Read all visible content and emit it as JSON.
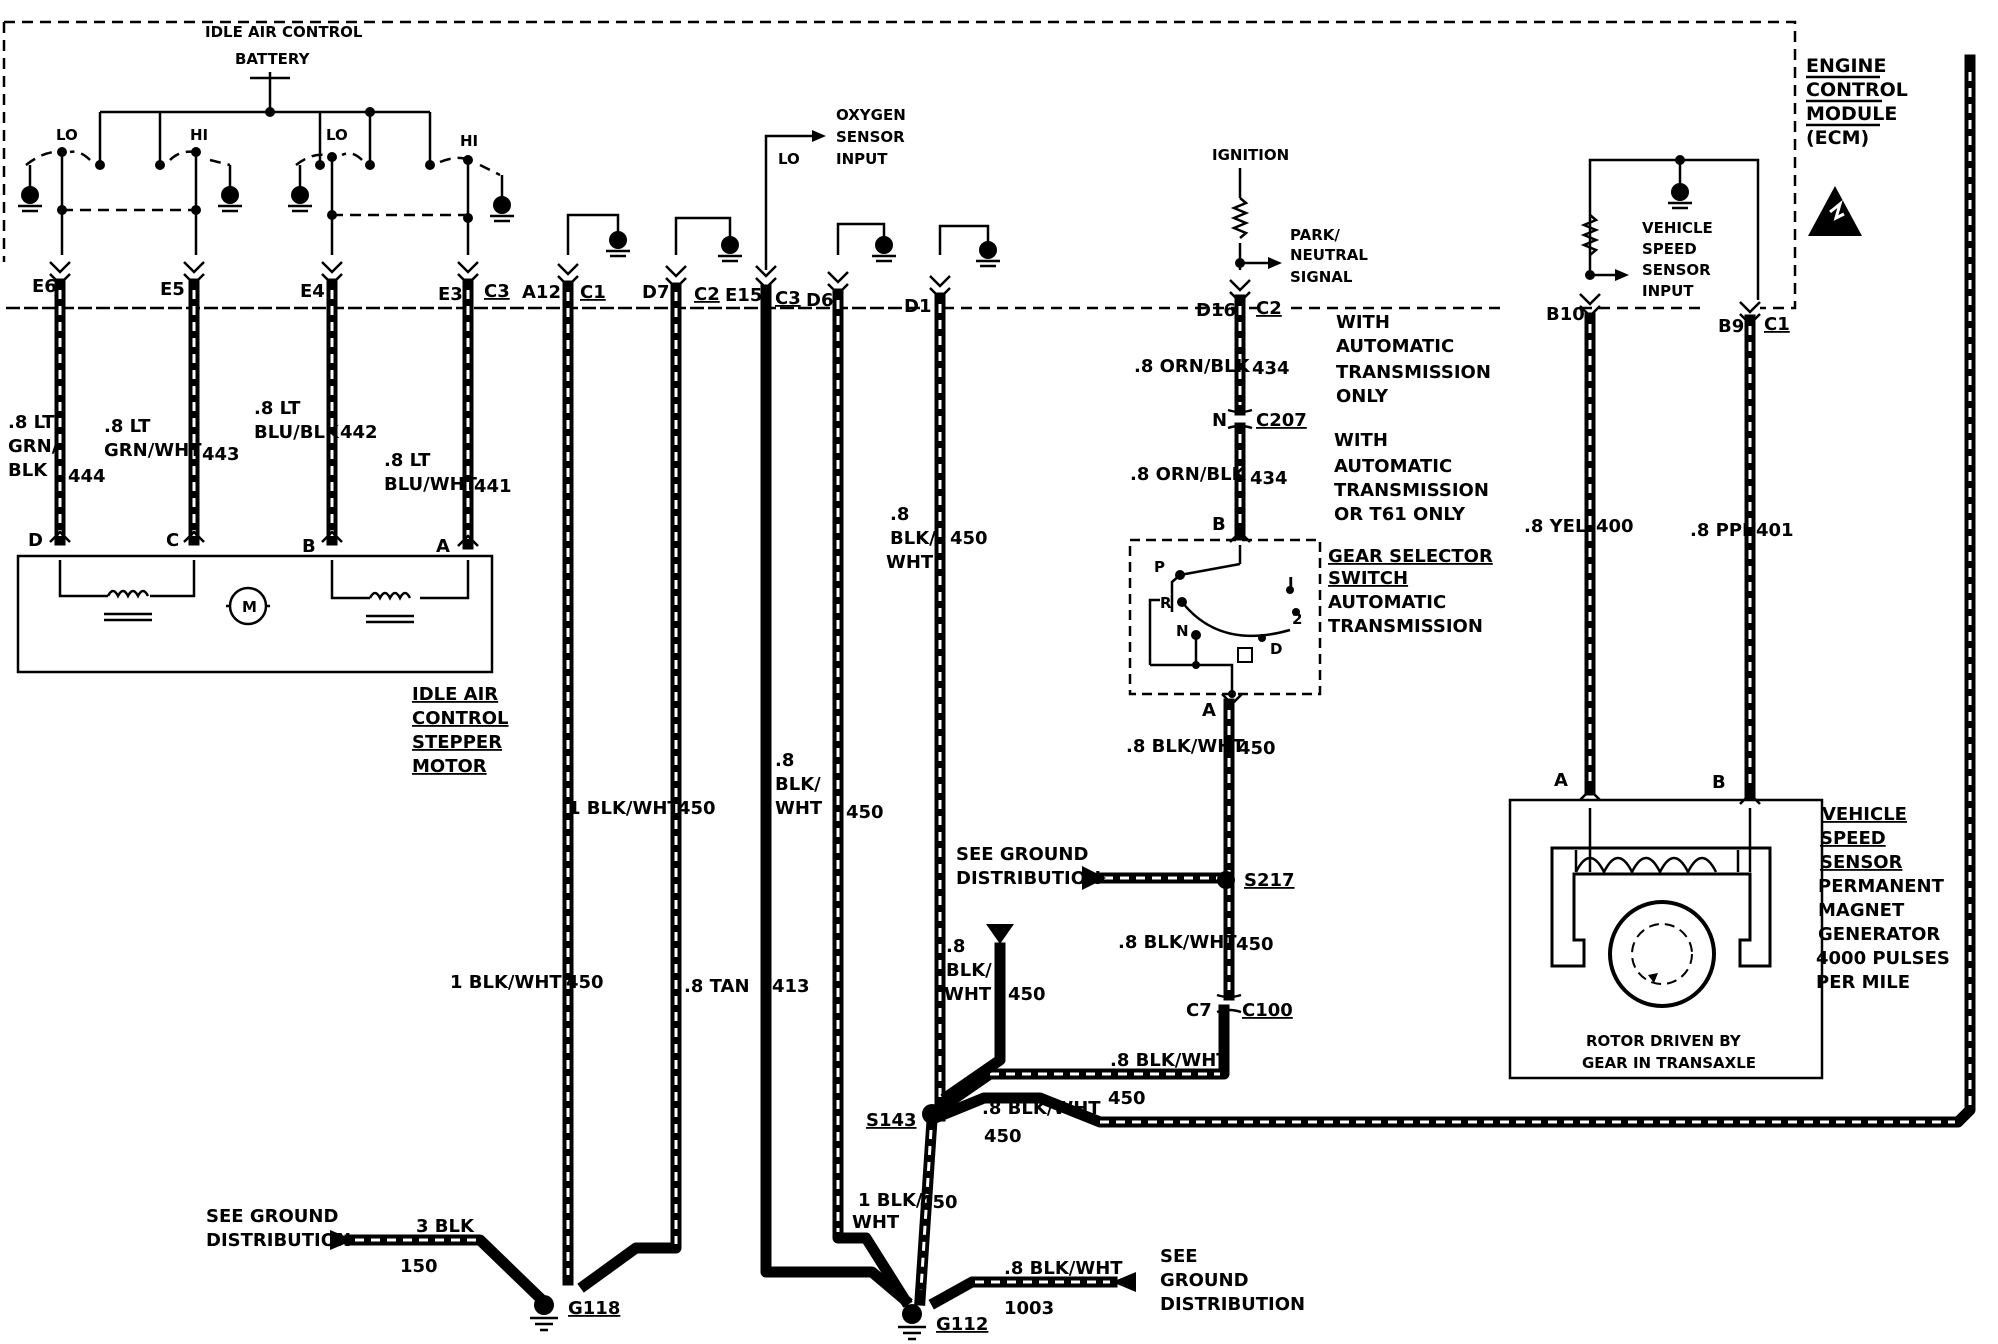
{
  "ecm": {
    "title_lines": [
      "ENGINE",
      "CONTROL",
      "MODULE",
      "(ECM)"
    ],
    "idle_air_control": "IDLE AIR CONTROL",
    "battery": "BATTERY",
    "lo": "LO",
    "hi": "HI",
    "oxygen_sensor_lines": [
      "OXYGEN",
      "SENSOR",
      "INPUT"
    ],
    "ignition": "IGNITION",
    "park_neutral_lines": [
      "PARK/",
      "NEUTRAL",
      "SIGNAL"
    ],
    "vss_input_lines": [
      "VEHICLE",
      "SPEED",
      "SENSOR",
      "INPUT"
    ]
  },
  "pins": {
    "e6": "E6",
    "e5": "E5",
    "e4": "E4",
    "e3": "E3",
    "c3a": "C3",
    "a12": "A12",
    "c1a": "C1",
    "d7": "D7",
    "c2a": "C2",
    "e15": "E15",
    "c3b": "C3",
    "d6": "D6",
    "d1": "D1",
    "d16": "D16",
    "c2b": "C2",
    "b10": "B10",
    "b9": "B9",
    "c1b": "C1"
  },
  "wires": {
    "w444_lines": [
      ".8 LT",
      "GRN/",
      "BLK"
    ],
    "w444_num": "444",
    "w443_lines": [
      ".8 LT",
      "GRN/WHT"
    ],
    "w443_num": "443",
    "w442_lines": [
      ".8 LT",
      "BLU/BLK"
    ],
    "w442_num": "442",
    "w441_lines": [
      ".8 LT",
      "BLU/WHT"
    ],
    "w441_num": "441",
    "a12_upper": "1 BLK/WHT",
    "a12_upper_num": "450",
    "a12_lower": "1 BLK/WHT",
    "a12_lower_num": "450",
    "d7_label": ".8 TAN",
    "d7_num": "413",
    "e15_lines": [
      ".8",
      "BLK/",
      "WHT"
    ],
    "e15_num": "450",
    "d1_lines": [
      ".8",
      "BLK/",
      "WHT"
    ],
    "d1_num": "450",
    "d16_upper": ".8 ORN/BLK",
    "d16_upper_num": "434",
    "d16_lower": ".8 ORN/BLK",
    "d16_lower_num": "434",
    "a_gear": ".8 BLK/WHT",
    "a_gear_num": "450",
    "s217_lower": ".8 BLK/WHT",
    "s217_lower_num": "450",
    "c100_s143": ".8 BLK/WHT",
    "c100_s143_num": "450",
    "s143_right": ".8 BLK/WHT",
    "s143_right_num": "450",
    "ground_stub_lines": [
      ".8",
      "BLK/",
      "WHT"
    ],
    "ground_stub_num": "450",
    "s143_g112_lines": [
      "1 BLK/",
      "WHT"
    ],
    "s143_g112_num": "450",
    "g118_left": "3 BLK",
    "g118_left_num": "150",
    "g112_right": ".8 BLK/WHT",
    "g112_right_num": "1003",
    "b10_label": ".8 YEL",
    "b10_num": "400",
    "b9_label": ".8 PPL",
    "b9_num": "401"
  },
  "connectors": {
    "c207": "C207",
    "n": "N",
    "b": "B",
    "a": "A",
    "c7": "C7",
    "c100": "C100",
    "s217": "S217",
    "s143": "S143",
    "g118": "G118",
    "g112": "G112"
  },
  "notes": {
    "with_auto_1": [
      "WITH",
      "AUTOMATIC",
      "TRANSMISSION",
      "ONLY"
    ],
    "with_auto_2": [
      "WITH",
      "AUTOMATIC",
      "TRANSMISSION",
      "OR T61 ONLY"
    ]
  },
  "components": {
    "iac_motor_lines": [
      "IDLE AIR",
      "CONTROL",
      "STEPPER",
      "MOTOR"
    ],
    "iac_pins": [
      "D",
      "C",
      "B",
      "A"
    ],
    "motor_symbol": "M",
    "gear_switch_lines": [
      "GEAR SELECTOR",
      "SWITCH"
    ],
    "gear_switch_sub": [
      "AUTOMATIC",
      "TRANSMISSION"
    ],
    "gear_positions": [
      "P",
      "R",
      "N",
      "D",
      "I",
      "2"
    ],
    "vss_lines": [
      "VEHICLE",
      "SPEED",
      "SENSOR"
    ],
    "vss_sub": [
      "PERMANENT",
      "MAGNET",
      "GENERATOR",
      "4000 PULSES",
      "PER MILE"
    ],
    "vss_pins": [
      "A",
      "B"
    ],
    "rotor_lines": [
      "ROTOR DRIVEN BY",
      "GEAR IN TRANSAXLE"
    ]
  },
  "ground_dist": {
    "left_lines": [
      "SEE GROUND",
      "DISTRIBUTION"
    ],
    "middle_lines": [
      "SEE GROUND",
      "DISTRIBUTION"
    ],
    "right_lines": [
      "SEE",
      "GROUND",
      "DISTRIBUTION"
    ]
  }
}
